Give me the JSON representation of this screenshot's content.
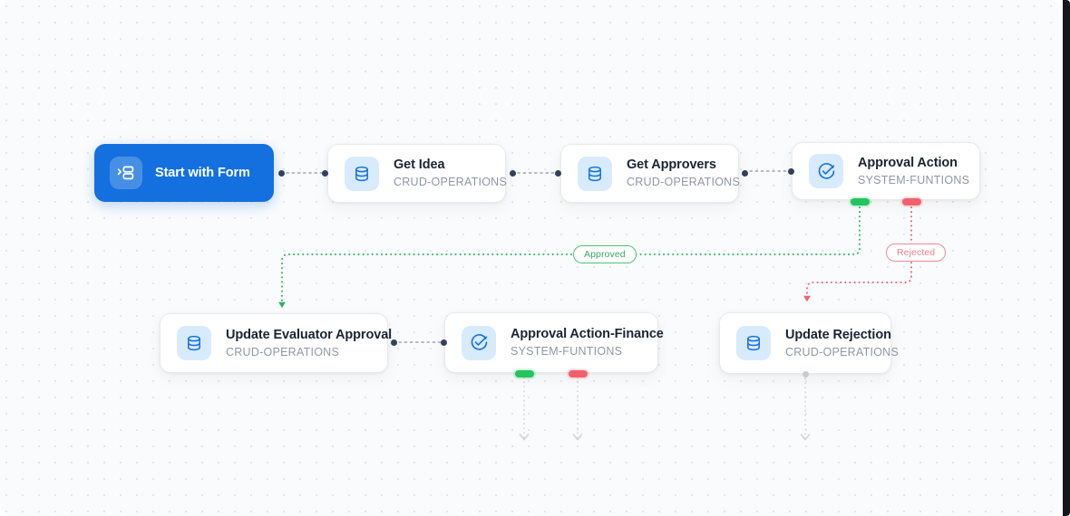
{
  "canvas": {
    "background_color": "#fafbfc",
    "dot_color": "#dcdfe4",
    "accent_blue": "#1470de",
    "approved_green": "#22c55e",
    "rejected_red": "#f4606a"
  },
  "nodes": [
    {
      "id": "start",
      "title": "Start with Form",
      "subtitle": "",
      "icon": "form-layout-icon",
      "variant": "primary"
    },
    {
      "id": "get-idea",
      "title": "Get Idea",
      "subtitle": "CRUD-OPERATIONS",
      "icon": "database-icon",
      "variant": "default"
    },
    {
      "id": "get-approvers",
      "title": "Get Approvers",
      "subtitle": "CRUD-OPERATIONS",
      "icon": "database-icon",
      "variant": "default"
    },
    {
      "id": "approval-action",
      "title": "Approval Action",
      "subtitle": "SYSTEM-FUNTIONS",
      "icon": "check-circle-icon",
      "variant": "default"
    },
    {
      "id": "update-evaluator-approval",
      "title": "Update Evaluator Approval",
      "subtitle": "CRUD-OPERATIONS",
      "icon": "database-icon",
      "variant": "default"
    },
    {
      "id": "approval-action-finance",
      "title": "Approval Action-Finance",
      "subtitle": "SYSTEM-FUNTIONS",
      "icon": "check-circle-icon",
      "variant": "default"
    },
    {
      "id": "update-rejection",
      "title": "Update Rejection",
      "subtitle": "CRUD-OPERATIONS",
      "icon": "database-icon",
      "variant": "default"
    }
  ],
  "edge_labels": {
    "approved": "Approved",
    "rejected": "Rejected"
  }
}
